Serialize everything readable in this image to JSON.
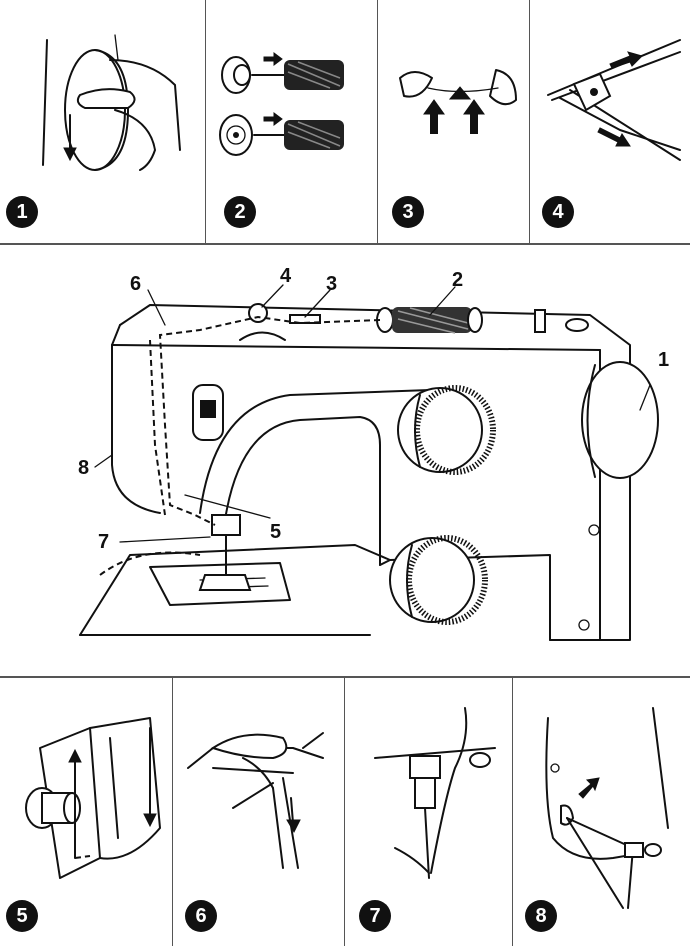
{
  "top_steps": [
    {
      "number": "1"
    },
    {
      "number": "2"
    },
    {
      "number": "3"
    },
    {
      "number": "4"
    }
  ],
  "machine_callouts": [
    "1",
    "2",
    "3",
    "4",
    "5",
    "6",
    "7",
    "8"
  ],
  "bottom_steps": [
    {
      "number": "5"
    },
    {
      "number": "6"
    },
    {
      "number": "7"
    },
    {
      "number": "8"
    }
  ]
}
